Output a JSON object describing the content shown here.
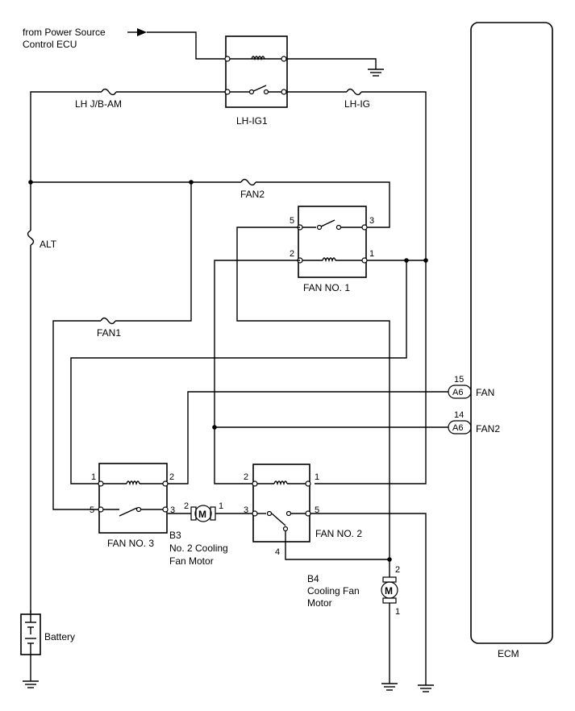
{
  "header": {
    "source_line1": "from Power Source",
    "source_line2": "Control ECU"
  },
  "relays": {
    "lh_ig1": "LH-IG1",
    "fan_no1": "FAN NO. 1",
    "fan_no2": "FAN NO. 2",
    "fan_no3": "FAN NO. 3"
  },
  "fuses": {
    "lh_jb_am": "LH J/B-AM",
    "lh_ig": "LH-IG",
    "fan2": "FAN2",
    "alt": "ALT",
    "fan1": "FAN1"
  },
  "pins": {
    "r1_5": "5",
    "r1_3": "3",
    "r1_2": "2",
    "r1_1": "1",
    "r3_1": "1",
    "r3_2": "2",
    "r3_5": "5",
    "r3_3": "3",
    "r2_2": "2",
    "r2_1": "1",
    "r2_3": "3",
    "r2_5": "5",
    "r2_4": "4",
    "b3_2": "2",
    "b3_1": "1",
    "b4_2": "2",
    "b4_1": "1",
    "ecm_15": "15",
    "ecm_14": "14"
  },
  "motors": {
    "b3_code": "B3",
    "b3_name_1": "No. 2 Cooling",
    "b3_name_2": "Fan Motor",
    "b4_code": "B4",
    "b4_name_1": "Cooling Fan",
    "b4_name_2": "Motor",
    "motor_symbol": "M"
  },
  "ecm": {
    "name": "ECM",
    "connector": "A6",
    "fan_signal": "FAN",
    "fan2_signal": "FAN2"
  },
  "battery": {
    "label": "Battery"
  }
}
